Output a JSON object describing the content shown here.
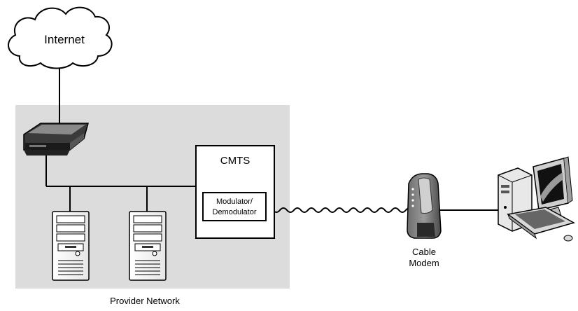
{
  "labels": {
    "internet": "Internet",
    "cmts": "CMTS",
    "modulator_line1": "Modulator/",
    "modulator_line2": "Demodulator",
    "cable_modem_line1": "Cable",
    "cable_modem_line2": "Modem",
    "provider_network": "Provider Network"
  },
  "icons": {
    "cloud": "internet-cloud-icon",
    "router": "router-icon",
    "server": "server-tower-icon",
    "modem": "cable-modem-icon",
    "computer": "desktop-computer-icon"
  },
  "colors": {
    "provider_area": "#dcdcdc",
    "line": "#000000"
  }
}
